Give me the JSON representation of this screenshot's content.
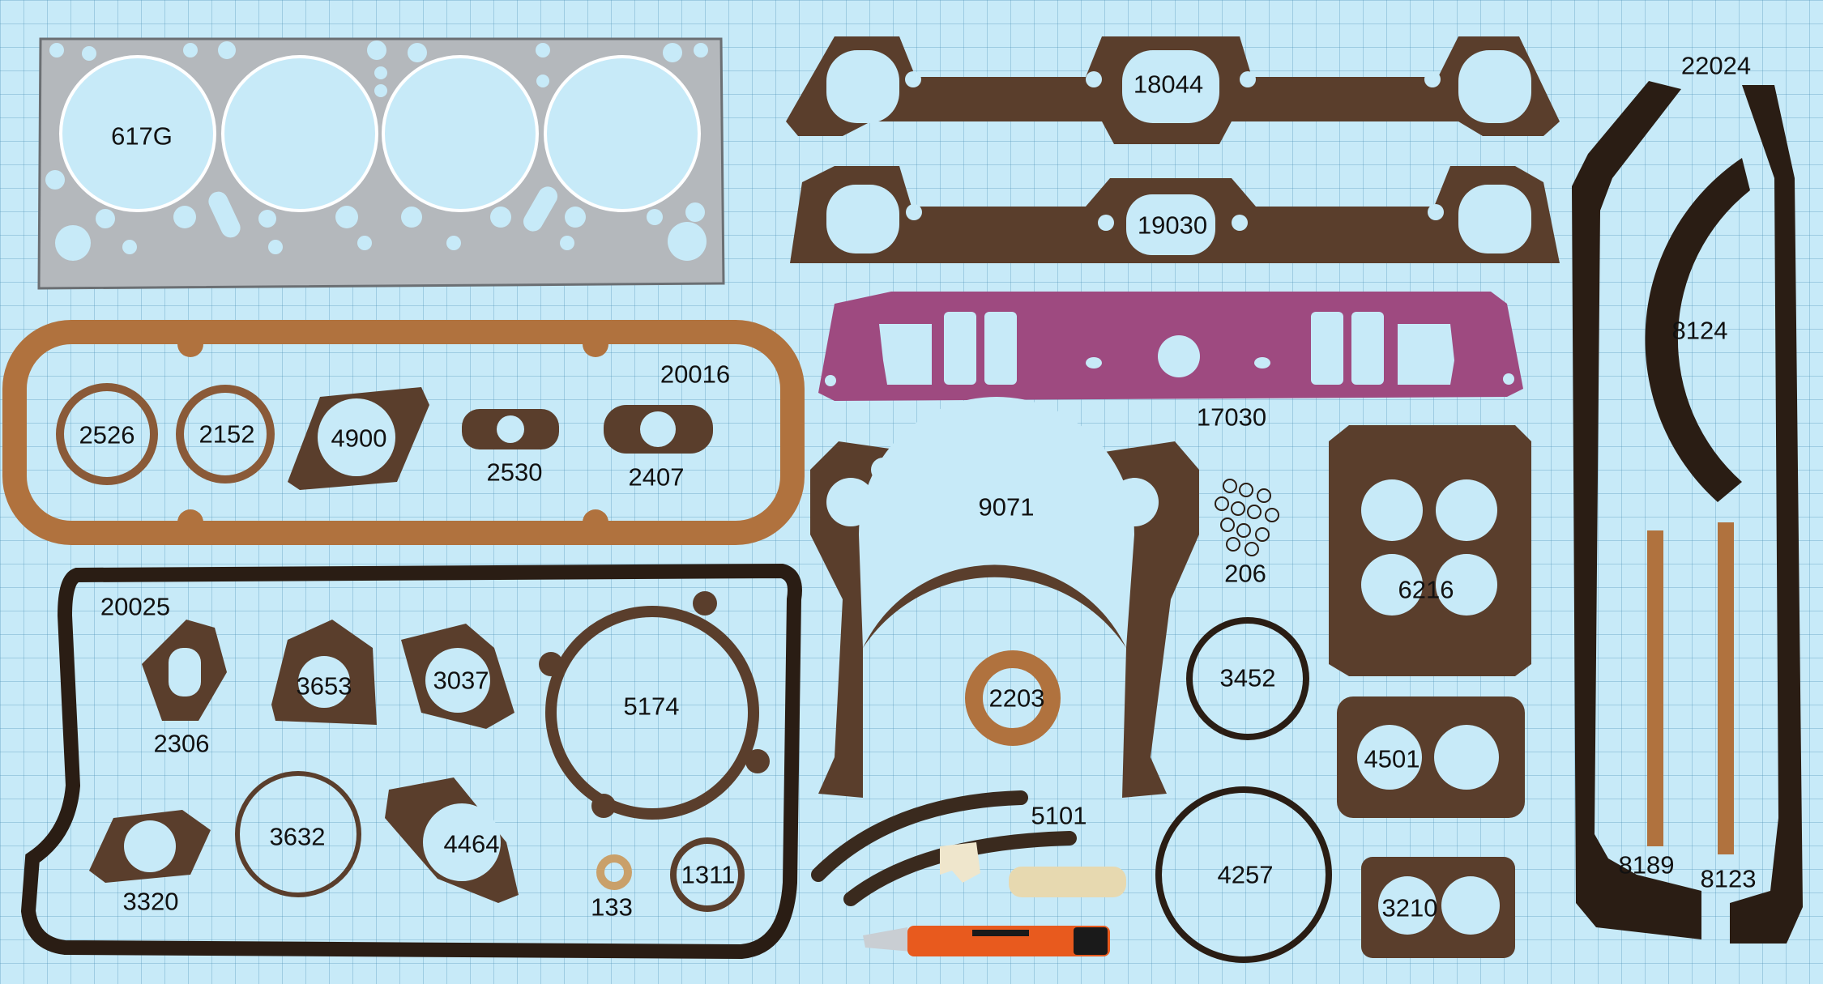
{
  "colors": {
    "background": "#c7eaf8",
    "cork": "#b0723e",
    "dark_gasket": "#5a3e2c",
    "black_gasket": "#2a1d14",
    "steel": "#b4b8bc",
    "intake": "#9e4a80",
    "knife_body": "#e85a1e"
  },
  "parts": {
    "p617G": "617G",
    "p18044": "18044",
    "p19030": "19030",
    "p22024": "22024",
    "p20016": "20016",
    "p2526": "2526",
    "p2152": "2152",
    "p4900": "4900",
    "p2530": "2530",
    "p2407": "2407",
    "p17030": "17030",
    "p8124": "8124",
    "p9071": "9071",
    "p206": "206",
    "p6216": "6216",
    "p20025": "20025",
    "p3653": "3653",
    "p3037": "3037",
    "p5174": "5174",
    "p2306": "2306",
    "p2203": "2203",
    "p3452": "3452",
    "p4501": "4501",
    "p3632": "3632",
    "p4464": "4464",
    "p3320": "3320",
    "p133": "133",
    "p1311": "1311",
    "p5101": "5101",
    "p4257": "4257",
    "p3210": "3210",
    "p8189": "8189",
    "p8123": "8123"
  }
}
